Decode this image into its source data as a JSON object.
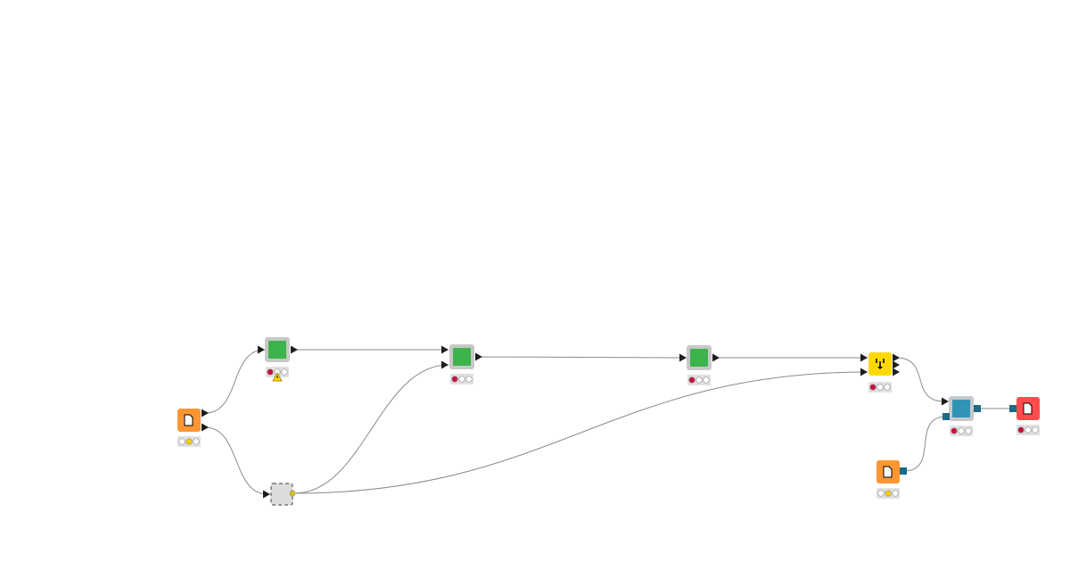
{
  "colors": {
    "source": "#ff9632",
    "metanode": "#3cb44b",
    "component": "#dcdcdc",
    "manipulator": "#ffd800",
    "learner": "#3294b4",
    "sink": "#ff4b4b",
    "port_data": "#1d1d1b",
    "port_model": "#1b6a87",
    "port_flowvar": "#e4c200",
    "edge": "#8a8a8a",
    "status_red": "#c8103c",
    "status_yellow": "#f5cc00",
    "status_off": "#ffffff"
  },
  "nodes": [
    {
      "id": "reader",
      "kind": "source",
      "icon": "file-reader-icon",
      "status": "yellow"
    },
    {
      "id": "metanode-1",
      "kind": "metanode",
      "icon": "metanode-icon",
      "status": "red",
      "warning": true
    },
    {
      "id": "component",
      "kind": "component",
      "icon": "component-icon",
      "status": "none"
    },
    {
      "id": "metanode-2",
      "kind": "metanode",
      "icon": "metanode-icon",
      "status": "red"
    },
    {
      "id": "metanode-3",
      "kind": "metanode",
      "icon": "metanode-icon",
      "status": "red"
    },
    {
      "id": "joiner",
      "kind": "manipulator",
      "icon": "join-icon",
      "status": "red"
    },
    {
      "id": "learner",
      "kind": "learner",
      "icon": "learner-icon",
      "status": "red"
    },
    {
      "id": "writer",
      "kind": "sink",
      "icon": "model-writer-icon",
      "status": "red"
    },
    {
      "id": "model-reader",
      "kind": "source",
      "icon": "model-reader-icon",
      "status": "yellow"
    }
  ]
}
